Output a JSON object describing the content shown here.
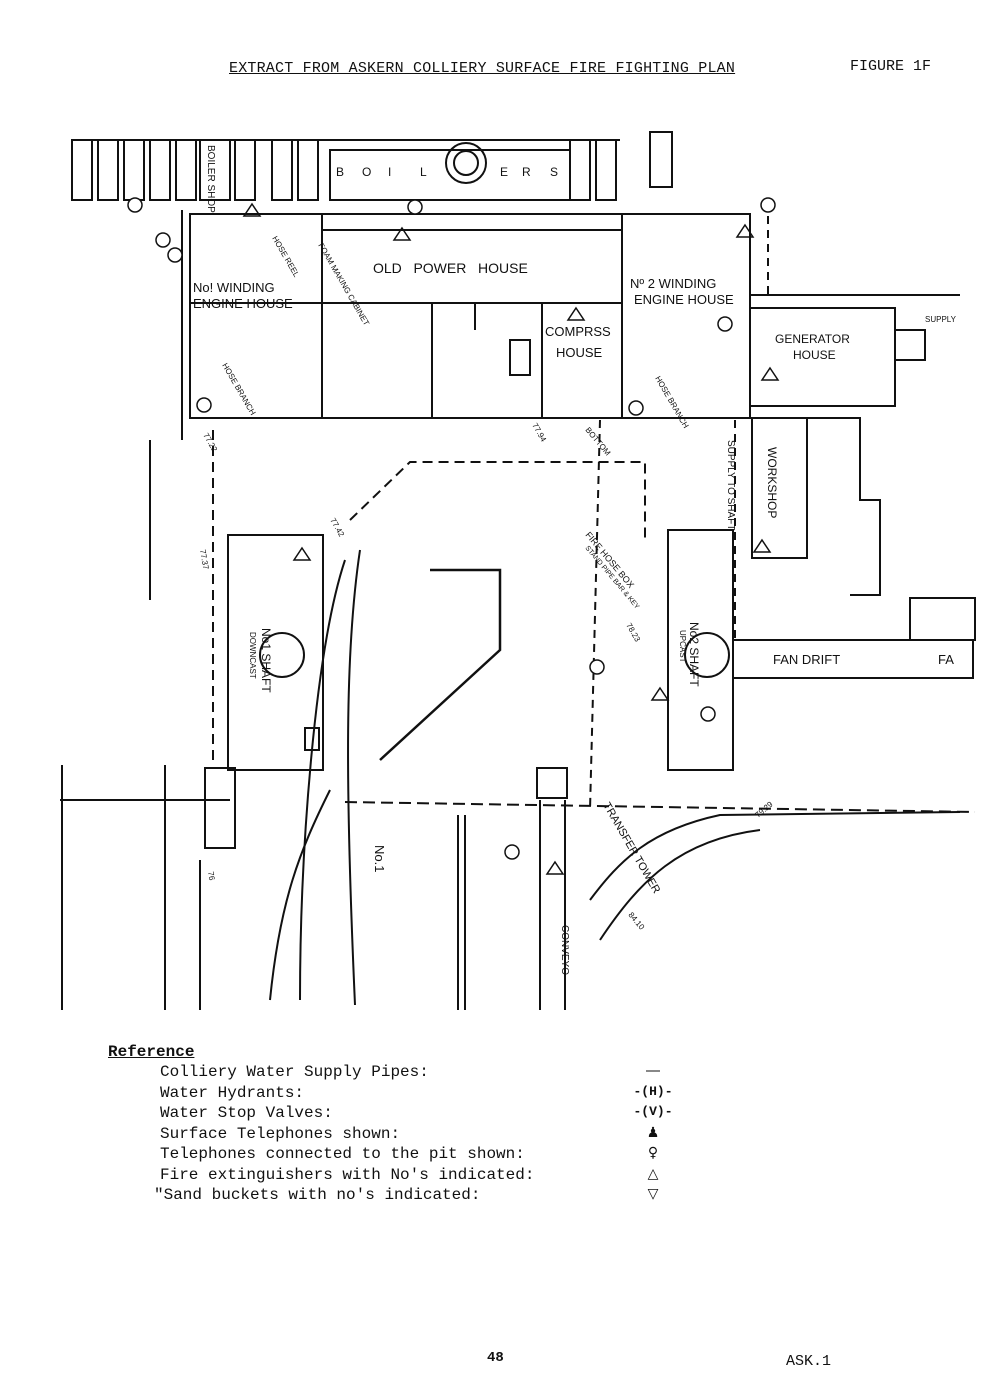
{
  "header": {
    "title": "EXTRACT FROM ASKERN COLLIERY SURFACE FIRE FIGHTING PLAN",
    "figure": "FIGURE 1F"
  },
  "plan": {
    "boiler_letters": [
      "B",
      "O",
      "I",
      "L",
      "E",
      "R",
      "S"
    ],
    "boiler_shop": "BOILER SHOP",
    "old_power_house": "OLD   POWER   HOUSE",
    "no1_winding_1": "No! WINDING",
    "no1_winding_2": "ENGINE HOUSE",
    "no2_winding_1": "Nº 2 WINDING",
    "no2_winding_2": "ENGINE HOUSE",
    "compress_1": "COMPRSS",
    "compress_2": "HOUSE",
    "generator_1": "GENERATOR",
    "generator_2": "HOUSE",
    "workshop": "WORKSHOP",
    "supply_to_shaft": "SUPPLY TO SHAFT",
    "fan_drift": "FAN DRIFT",
    "fan_drift_2": "FA",
    "no1_shaft": "No1 SHAFT",
    "downcast": "DOWNCAST",
    "no2_shaft": "No2 SHAFT",
    "upcast": "UPCAST",
    "transfer_tower": "TRANSFER TOWER",
    "conveyor": "CONVEYO",
    "no1": "No.1",
    "fire_hose_box": "FIRE HOSE BOX",
    "stand_pipe": "STAND PIPE BAR & KEY",
    "foam_cabinet": "FOAM MAKING CABINET",
    "hose_branch": "HOSE BRANCH",
    "hose_reel": "HOSE REEL",
    "bottom": "BOTTOM",
    "supply": "SUPPLY",
    "levels": [
      "77.22",
      "77.37",
      "77.42",
      "77.94",
      "78.23",
      "79.29",
      "84.10",
      "76"
    ]
  },
  "reference": {
    "heading": "Reference",
    "items": [
      {
        "label": "Colliery Water Supply Pipes:",
        "symbol": "pipe-line"
      },
      {
        "label": "Water Hydrants:",
        "symbol": "-(H)-"
      },
      {
        "label": "Water Stop Valves:",
        "symbol": "-(V)-"
      },
      {
        "label": "Surface Telephones shown:",
        "symbol": "telephone"
      },
      {
        "label": "Telephones connected to the pit shown:",
        "symbol": "pit-telephone"
      },
      {
        "label": "Fire extinguishers with No's indicated:",
        "symbol": "triangle"
      },
      {
        "label": "\"Sand buckets with no's indicated:",
        "symbol": "bucket"
      }
    ]
  },
  "footer": {
    "page": "48",
    "code": "ASK.1"
  }
}
